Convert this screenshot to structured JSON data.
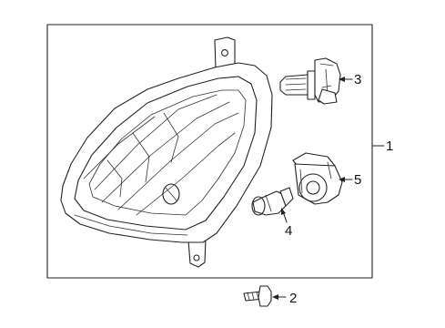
{
  "callouts": {
    "assembly": "1",
    "screw": "2",
    "main_bulb": "3",
    "side_bulb": "4",
    "socket": "5"
  }
}
